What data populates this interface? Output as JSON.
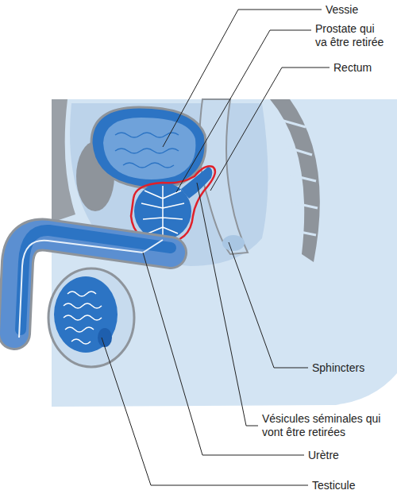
{
  "diagram": {
    "labels": [
      "Vessie",
      "Prostate qui va être retirée",
      "Rectum",
      "Sphincters",
      "Vésicules séminales qui vont être retirées",
      "Urètre",
      "Testicule"
    ]
  }
}
